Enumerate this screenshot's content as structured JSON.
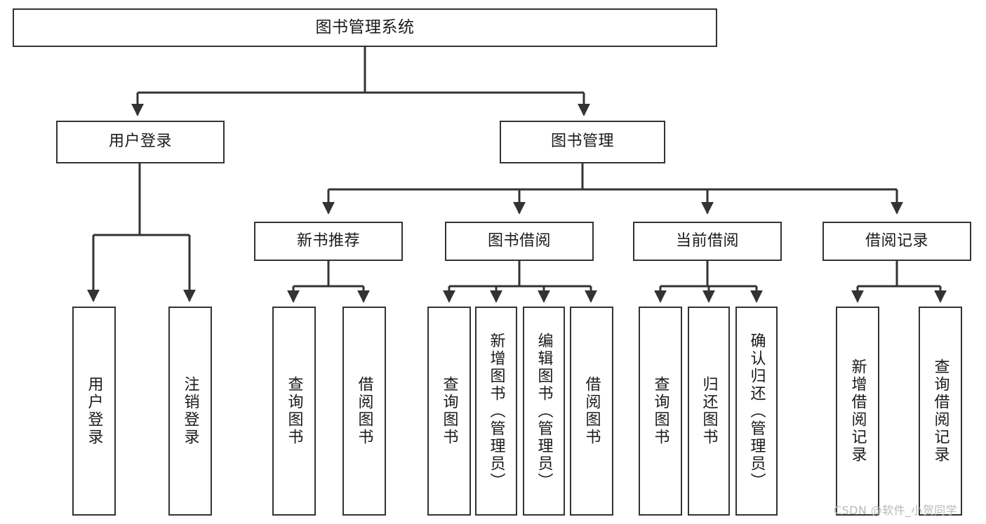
{
  "diagram": {
    "title": "图书管理系统",
    "type": "功能结构图",
    "watermark": "CSDN @软件_小贺同学",
    "colors": {
      "stroke": "#333333",
      "fill": "#ffffff",
      "text": "#1a1a1a",
      "watermark": "#b9b9b9"
    }
  },
  "nodes": {
    "root": {
      "label": "图书管理系统"
    },
    "level2": [
      {
        "id": "user-login",
        "label": "用户登录"
      },
      {
        "id": "book-manage",
        "label": "图书管理"
      }
    ],
    "level3": [
      {
        "id": "new-book-recommend",
        "label": "新书推荐"
      },
      {
        "id": "book-borrow",
        "label": "图书借阅"
      },
      {
        "id": "current-borrow",
        "label": "当前借阅"
      },
      {
        "id": "borrow-record",
        "label": "借阅记录"
      }
    ],
    "leaves": {
      "user_login": [
        {
          "id": "leaf-user-login",
          "label": "用户登录"
        },
        {
          "id": "leaf-logout",
          "label": "注销登录"
        }
      ],
      "new_book_recommend": [
        {
          "id": "leaf-query-book-1",
          "label": "查询图书"
        },
        {
          "id": "leaf-borrow-book-1",
          "label": "借阅图书"
        }
      ],
      "book_borrow": [
        {
          "id": "leaf-query-book-2",
          "label": "查询图书"
        },
        {
          "id": "leaf-add-book",
          "label": "新增图书（管理员）"
        },
        {
          "id": "leaf-edit-book",
          "label": "编辑图书（管理员）"
        },
        {
          "id": "leaf-borrow-book-2",
          "label": "借阅图书"
        }
      ],
      "current_borrow": [
        {
          "id": "leaf-query-book-3",
          "label": "查询图书"
        },
        {
          "id": "leaf-return-book",
          "label": "归还图书"
        },
        {
          "id": "leaf-confirm-return",
          "label": "确认归还（管理员）"
        }
      ],
      "borrow_record": [
        {
          "id": "leaf-add-record",
          "label": "新增借阅记录"
        },
        {
          "id": "leaf-query-record",
          "label": "查询借阅记录"
        }
      ]
    }
  }
}
